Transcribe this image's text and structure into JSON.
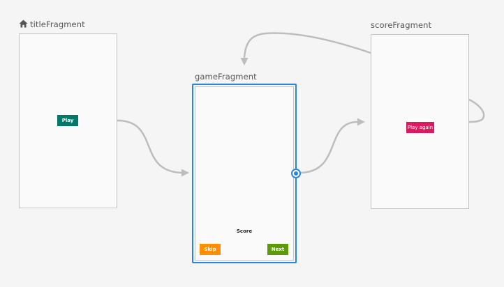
{
  "destinations": {
    "title": {
      "label": "titleFragment",
      "is_start_destination": true,
      "start_icon": "home-icon",
      "play_button": {
        "label": "Play",
        "color": "#00796b"
      }
    },
    "game": {
      "label": "gameFragment",
      "selected": true,
      "score_label": "Score",
      "skip_button": {
        "label": "Skip",
        "color": "#ff8f00"
      },
      "next_button": {
        "label": "Next",
        "color": "#5c9a0a"
      }
    },
    "score": {
      "label": "scoreFragment",
      "play_again_button": {
        "label": "Play again",
        "color": "#d81b60"
      }
    }
  },
  "colors": {
    "canvas": "#f5f5f5",
    "frame_fill": "#fafafa",
    "frame_border": "#c4c4c4",
    "selection": "#2a86d9",
    "arrow": "#bdbdbd"
  }
}
